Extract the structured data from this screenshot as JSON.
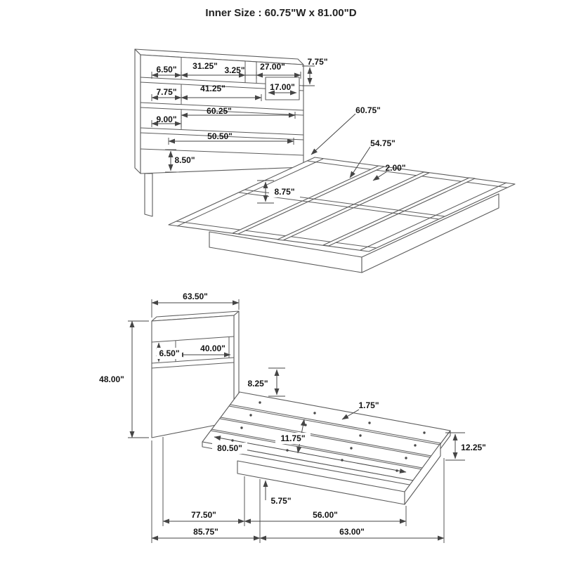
{
  "title": "Inner Size : 60.75\"W x 81.00\"D",
  "top_view": {
    "headboard": {
      "shelf_left": "6.50\"",
      "shelf_main": "31.25\"",
      "shelf_divider": "3.25\"",
      "shelf_right": "27.00\"",
      "top_row_height": "7.75\"",
      "row2_left": "7.75\"",
      "row2_main": "41.25\"",
      "row2_compartment": "17.00\"",
      "row3_left": "9.00\"",
      "row3_main": "60.25\"",
      "lower_shelf": "50.50\"",
      "base_height": "8.50\""
    },
    "frame": {
      "inner_width": "60.75\"",
      "slat_length": "54.75\"",
      "rail_thickness": "2.00\"",
      "slat_spacing": "8.75\""
    }
  },
  "front_view": {
    "headboard_width": "63.50\"",
    "headboard_height": "48.00\"",
    "shelf_height": "6.50\"",
    "shelf_width": "40.00\"",
    "deck_inset": "8.25\"",
    "slat_thickness": "1.75\"",
    "inner_length": "80.50\"",
    "slat_spacing": "11.75\"",
    "foot_height": "12.25\"",
    "base_height": "5.75\"",
    "platform_length": "77.50\"",
    "foot_section": "56.00\"",
    "overall_length": "85.75\"",
    "foot_overall": "63.00\""
  }
}
